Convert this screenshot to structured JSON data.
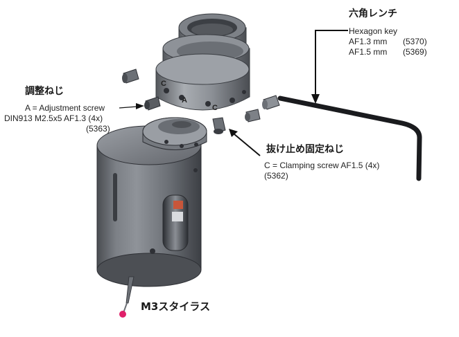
{
  "hex_wrench": {
    "title_jp": "六角レンチ",
    "title_en": "Hexagon key",
    "sizes": [
      {
        "size": "AF1.3 mm",
        "part": "(5370)"
      },
      {
        "size": "AF1.5 mm",
        "part": "(5369)"
      }
    ]
  },
  "adjust_screw": {
    "title_jp": "調整ねじ",
    "line1": "A = Adjustment screw",
    "line2": "DIN913 M2.5x5 AF1.3 (4x)",
    "part": "(5363)"
  },
  "clamp_screw": {
    "title_jp": "抜け止め固定ねじ",
    "line1": "C = Clamping screw AF1.5 (4x)",
    "part": "(5362)"
  },
  "stylus": {
    "title": "M3スタイラス",
    "tip_color": "#e0206a"
  },
  "ring_marks": {
    "a": "A",
    "c": "C"
  }
}
